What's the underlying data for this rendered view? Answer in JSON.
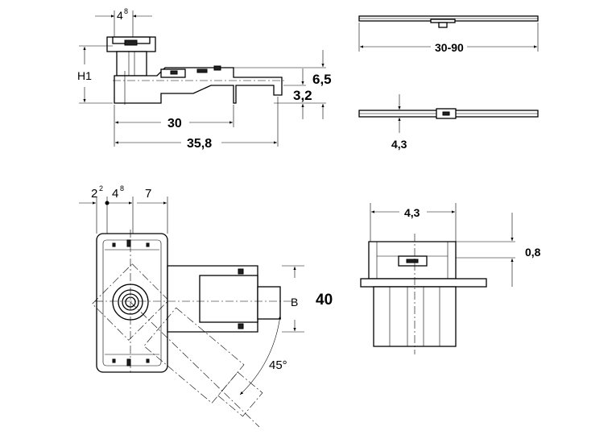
{
  "top_left": {
    "dim_top": "4",
    "dim_top_sup": "8",
    "dim_h1": "H1",
    "dim_65": "6,5",
    "dim_32": "3,2",
    "dim_30": "30",
    "dim_358": "35,8"
  },
  "top_right": {
    "dim_length": "30-90",
    "dim_thickness": "4,3"
  },
  "bottom_left": {
    "dim_a": "2",
    "dim_a_sup": "2",
    "dim_b": "4",
    "dim_b_sup": "8",
    "dim_c": "7",
    "dim_b_label": "B",
    "dim_40": "40",
    "dim_angle": "45°"
  },
  "bottom_right": {
    "dim_width": "4,3",
    "dim_08": "0,8"
  }
}
